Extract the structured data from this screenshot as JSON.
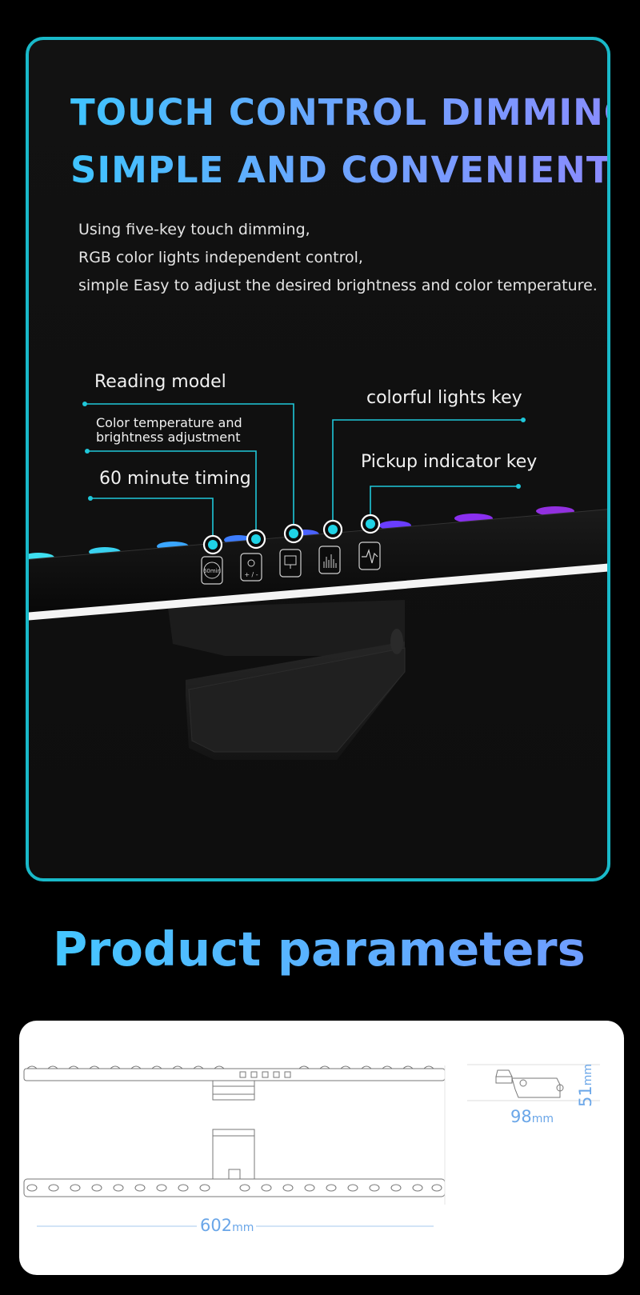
{
  "feature": {
    "title_line1": "TOUCH CONTROL DIMMING",
    "title_line2": "SIMPLE AND CONVENIENT",
    "description": [
      "Using five-key touch dimming,",
      "RGB color lights independent control,",
      "simple Easy to adjust the desired brightness and color temperature."
    ]
  },
  "callouts": {
    "reading_model": "Reading model",
    "color_temp_line1": "Color temperature and",
    "color_temp_line2": "brightness adjustment",
    "timing": "60 minute timing",
    "colorful_lights": "colorful lights key",
    "pickup": "Pickup indicator key"
  },
  "buttons": {
    "timer_label": "60min",
    "brightness_label": "+ / -"
  },
  "section_title": "Product parameters",
  "dimensions": {
    "length": "602",
    "depth": "98",
    "height": "51",
    "unit": "mm"
  },
  "colors": {
    "frame": "#19b9c9",
    "accent": "#1fd3e6",
    "title_gradient_start": "#3fc4ff",
    "title_gradient_end": "#8b8bff",
    "dimension_text": "#6aa6e8"
  }
}
